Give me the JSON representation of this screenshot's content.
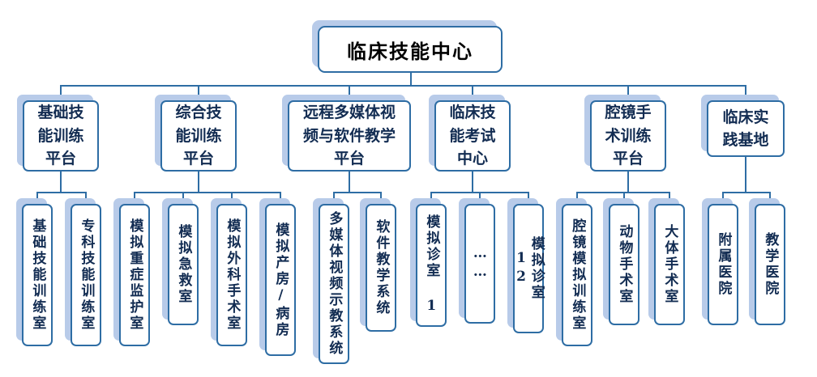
{
  "diagram": {
    "type": "org-chart",
    "root": {
      "label": "临床技能中心"
    },
    "branches": [
      {
        "label": "基础技\n能训练\n平台",
        "children": [
          {
            "label": "基础技能训练室"
          },
          {
            "label": "专科技能训练室"
          }
        ]
      },
      {
        "label": "综合技\n能训练\n平台",
        "children": [
          {
            "label": "模拟重症监护室"
          },
          {
            "label": "模拟急救室"
          },
          {
            "label": "模拟外科手术室"
          },
          {
            "label": "模拟产房/病房"
          }
        ]
      },
      {
        "label": "远程多媒体视\n频与软件教学\n平台",
        "children": [
          {
            "label": "多媒体视频示教系统"
          },
          {
            "label": "软件教学系统"
          }
        ]
      },
      {
        "label": "临床技\n能考试\n中心",
        "children": [
          {
            "label": "模拟诊室 1"
          },
          {
            "label": "……"
          },
          {
            "label": "模拟诊室 12"
          }
        ]
      },
      {
        "label": "腔镜手\n术训练\n平台",
        "children": [
          {
            "label": "腔镜模拟训练室"
          },
          {
            "label": "动物手术室"
          },
          {
            "label": "大体手术室"
          }
        ]
      },
      {
        "label": "临床实\n践基地",
        "children": [
          {
            "label": "附属医院"
          },
          {
            "label": "教学医院"
          }
        ]
      }
    ],
    "colors": {
      "border": "#2e6da4",
      "line": "#2e6da4",
      "shadow": "#b8cbe9",
      "text": "#122c52"
    }
  }
}
